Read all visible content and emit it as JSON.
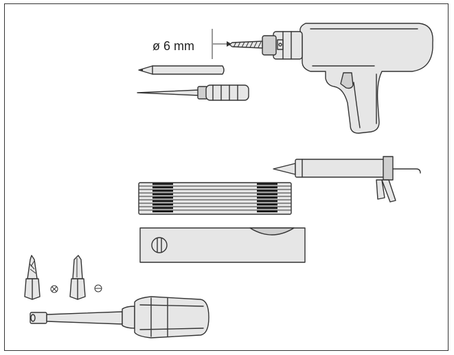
{
  "diagram": {
    "drill_bit_label": "ø 6 mm",
    "colors": {
      "stroke": "#333333",
      "fill": "#e6e6e6",
      "fill_dark": "#cfcfcf",
      "background": "#ffffff"
    },
    "symbols": [
      "cross-slot-symbol",
      "flat-slot-symbol"
    ]
  }
}
